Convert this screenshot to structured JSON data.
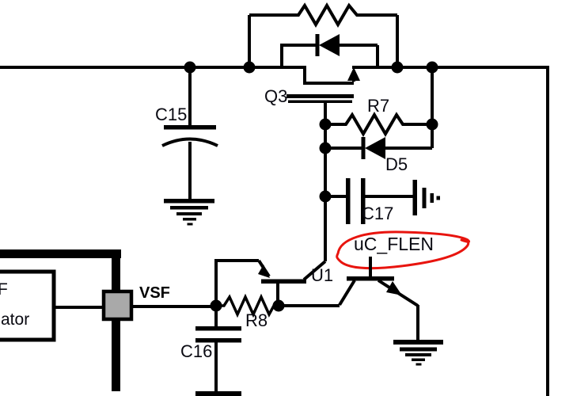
{
  "schematic": {
    "components": {
      "q3": {
        "label": "Q3"
      },
      "c15": {
        "label": "C15"
      },
      "r7": {
        "label": "R7"
      },
      "d5": {
        "label": "D5"
      },
      "c17": {
        "label": "C17"
      },
      "u1": {
        "label": "U1"
      },
      "r8": {
        "label": "R8"
      },
      "c16": {
        "label": "C16"
      }
    },
    "nets": {
      "vsf": {
        "label": "VSF"
      },
      "uc_flen": {
        "label": "uC_FLEN"
      }
    },
    "partial_box_text": {
      "line1": "F",
      "line2": "ator"
    },
    "annotation": {
      "type": "hand-drawn-ellipse",
      "highlights": "uC_FLEN",
      "color": "#e8140e"
    },
    "colors": {
      "wire": "#000000",
      "text": "#0a0a12",
      "tap_fill": "#a9a9a9",
      "background": "#ffffff"
    }
  }
}
